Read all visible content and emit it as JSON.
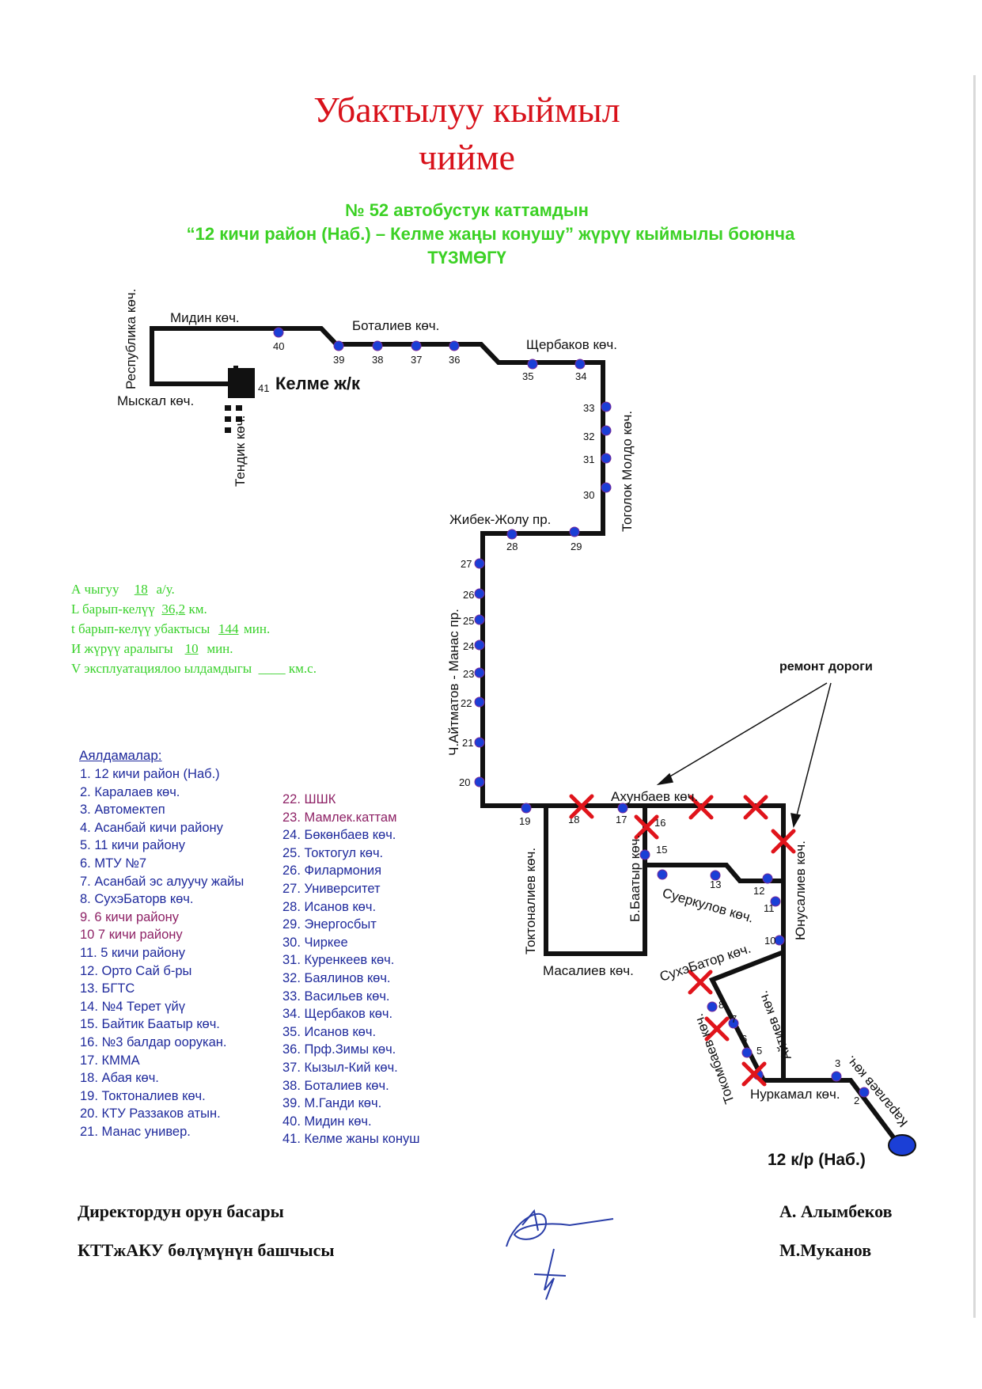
{
  "title": {
    "line1": "Убактылуу кыймыл",
    "line2": "чийме"
  },
  "header": {
    "line1": "№ 52  автобустук каттамдын",
    "line2": "“12 кичи район (Наб.) – Келме жаңы конушу” жүрүү кыймылы боюнча",
    "line3": "ТҮЗМӨГҮ"
  },
  "params": {
    "a_label": "А чыгуу",
    "a_value": "18",
    "a_unit": "а/у.",
    "l_label": "L барып-келүү",
    "l_value": "36,2",
    "l_unit": "км.",
    "t_label": "t барып-келүү убактысы",
    "t_value": "144",
    "t_unit": "мин.",
    "i_label": "И жүрүү аралыгы",
    "i_value": "10",
    "i_unit": "мин.",
    "v_label": "V эксплуатациялоо ылдамдыгы",
    "v_value": "____",
    "v_unit": "км.с."
  },
  "stops_title": "Аялдамалар:",
  "stops_col1": [
    "1. 12 кичи район (Наб.)",
    "2. Каралаев көч.",
    "3. Автомектеп",
    "4. Асанбай кичи району",
    "5. 11 кичи району",
    "6. МТУ №7",
    "7. Асанбай эс алуучу жайы",
    "8. СухэБаторв көч.",
    "9. 6 кичи району",
    "10  7 кичи району",
    "11. 5 кичи району",
    "12. Орто Сай б-ры",
    "13. БГТС",
    "14. №4 Терет үйү",
    "15. Байтик Баатыр көч.",
    "16. №3 балдар оорукан.",
    "17. КММА",
    "18. Абая көч.",
    "19. Токтоналиев көч.",
    "20. КТУ Раззаков атын.",
    "21. Манас универ."
  ],
  "stops_col2": [
    "22. ШШК",
    "23. Мамлек.каттам",
    "24. Бөкөнбаев көч.",
    "25. Токтогул көч.",
    "26. Филармония",
    "27. Университет",
    "28. Исанов көч.",
    "29. Энергосбыт",
    "30. Чиркее",
    "31. Куренкеев көч.",
    "32. Баялинов көч.",
    "33. Васильев көч.",
    "34. Щербаков көч.",
    "35. Исанов көч.",
    "36. Прф.Зимы көч.",
    "37. Кызыл-Кий көч.",
    "38. Боталиев көч.",
    "39. М.Ганди көч.",
    "40. Мидин көч.",
    "41. Келме жаны конуш"
  ],
  "map": {
    "streets": {
      "respublika": "Республика көч.",
      "midin": "Мидин көч.",
      "botaliev": "Боталиев көч.",
      "sherbakov": "Щербаков көч.",
      "myskal": "Мыскал көч.",
      "tendik": "Тендик көч.",
      "togolok": "Тоголок Молдо көч.",
      "zhibek": "Жибек-Жолу пр.",
      "aitmatov": "Ч.Айтматов - Манас пр.",
      "ahunbaev": "Ахунбаев көч.",
      "toktonaliev": "Токтоналиев көч.",
      "baatyr": "Б.Баатыр көч.",
      "suerkulov": "Суеркулов көч.",
      "yunusaliev": "Юнусалиев көч.",
      "masaliev": "Масалиев көч.",
      "suhe": "СухэБатор көч.",
      "aitiev": "Айтиев көч.",
      "tokombaev": "Токомбаев көч.",
      "nurkamal": "Нуркамал көч.",
      "karalaev": "Каралаев көч."
    },
    "terminal_label": "Келме ж/к",
    "terminal_number": "41",
    "end_label": "12 к/р (Наб.)",
    "repair_label": "ремонт дороги"
  },
  "signatures": {
    "left1": "Директордун орун басары",
    "left2": "КТТжАКУ  бөлүмүнүн башчысы",
    "right1": "А. Алымбеков",
    "right2": "М.Муканов"
  },
  "colors": {
    "title": "#d8121b",
    "header": "#3cd125",
    "stop_dot": "#1b3fd6",
    "cross": "#e0141b",
    "stops_text": "#1f2a9c"
  }
}
